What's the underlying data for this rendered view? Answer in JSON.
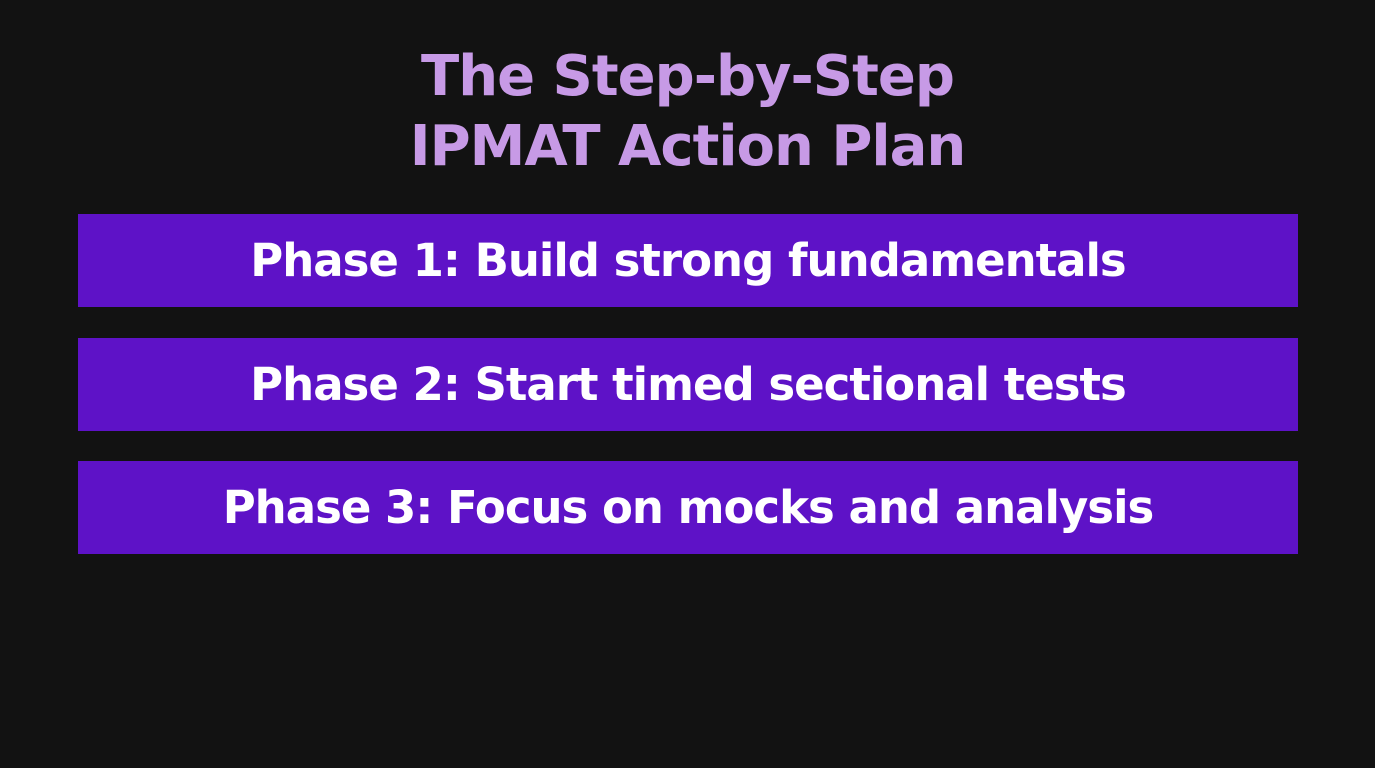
{
  "colors": {
    "background": "#121212",
    "title": "#c79ae6",
    "phase_box": "#5e12c7",
    "phase_text": "#ffffff"
  },
  "title": {
    "line1": "The Step-by-Step",
    "line2": "IPMAT Action Plan"
  },
  "phases": [
    {
      "label": "Phase 1: Build strong fundamentals"
    },
    {
      "label": "Phase 2: Start timed sectional tests"
    },
    {
      "label": "Phase 3: Focus on mocks and analysis"
    }
  ]
}
